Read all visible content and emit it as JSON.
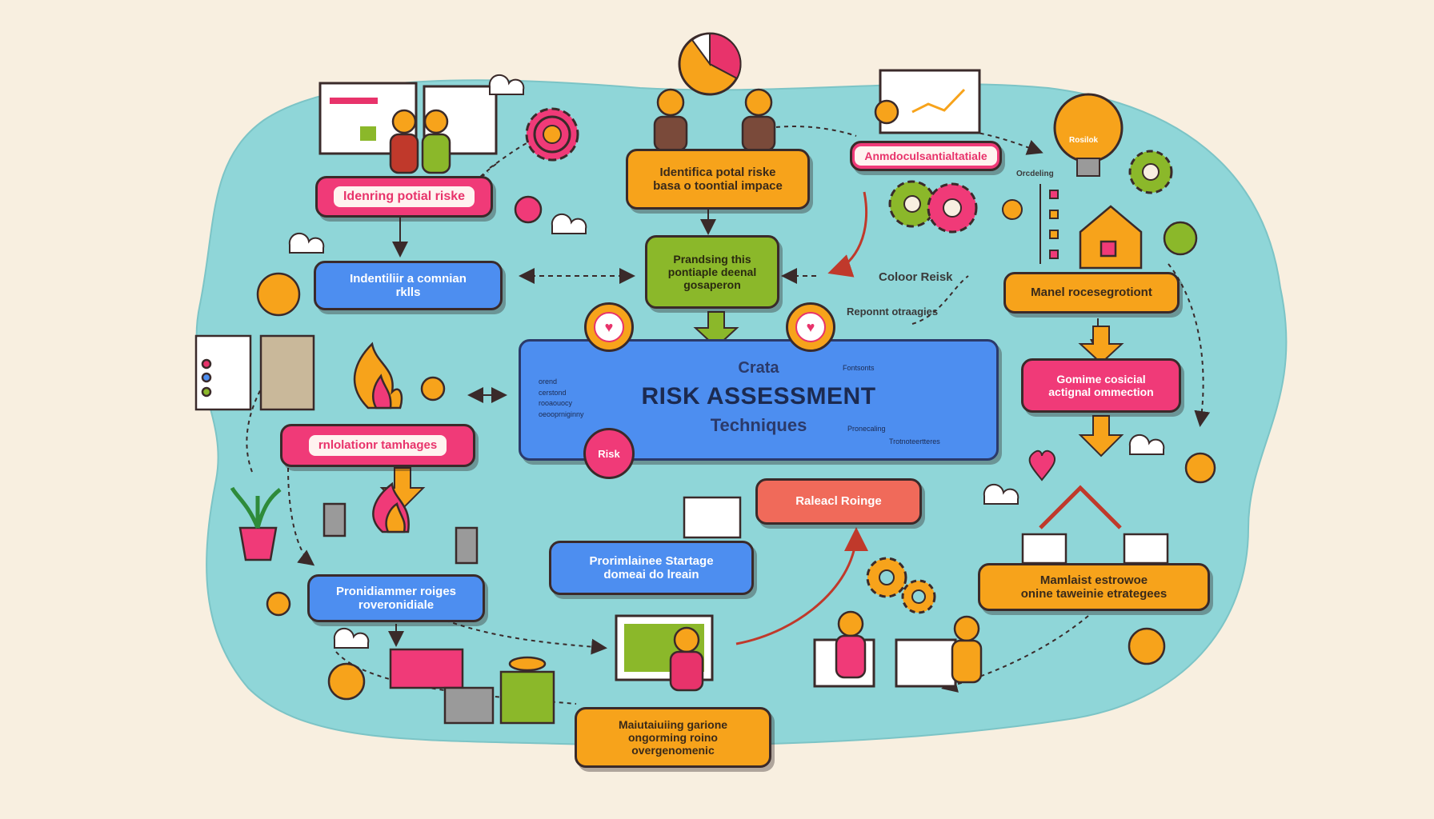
{
  "colors": {
    "background": "#f8efe0",
    "blob": "#8fd6d8",
    "pink": "#f03a78",
    "orange": "#f7a31b",
    "blue": "#4d8ef0",
    "green": "#8bb82a",
    "red": "#f06a5a"
  },
  "center": {
    "line1": "Crata",
    "title": "RISK ASSESSMENT",
    "subtitle": "Techniques",
    "risk_badge": "Risk"
  },
  "nodes": {
    "identifying_potential_risks": "Idenring potial riske",
    "identify_common_risks_line1": "Indentiliir a comnian",
    "identify_common_risks_line2": "rklls",
    "identify_potential_risks_top_line1": "Identifica potal riske",
    "identify_potential_risks_top_line2": "basa o toontial impace",
    "annual_consultations": "Anmdoculsantialtatiale",
    "prioritizing_line1": "Prandsing this",
    "prioritizing_line2": "pontiaple deenal",
    "prioritizing_line3": "gosaperon",
    "relational_techniques": "rnlolationr tamhages",
    "management_reassignment": "Manel rocesegrotiont",
    "combine_controls_line1": "Gomime cosicial",
    "combine_controls_line2": "actignal ommection",
    "release_ratings": "Raleacl Roinge",
    "prioritize_risks_line1": "Pronidiammer roiges",
    "prioritize_risks_line2": "roveronidiale",
    "prioritize_strategies_line1": "Prorimlainee Startage",
    "prioritize_strategies_line2": "domeai do lreain",
    "maintain_strategies_line1": "Mamlaist estrowoe",
    "maintain_strategies_line2": "onine taweinie etrategees",
    "monitoring_line1": "Maiutaiuiing garione",
    "monitoring_line2": "ongorming roino",
    "monitoring_line3": "overgenomenic"
  },
  "free_labels": {
    "colour_risk": "Coloor Reisk",
    "report_strategies": "Reponnt otraagies",
    "bulb": "Rosilok",
    "ordering": "Orcdeling"
  },
  "center_small_text": {
    "left": [
      "orend",
      "cerstond",
      "rooaouocy",
      "oeooprniginny"
    ],
    "right_top": "Fontsonts",
    "right_bottom": "Pronecaling",
    "right_bottom2": "Trotnoteertteres"
  },
  "icons": [
    "gear-icon",
    "pie-chart-icon",
    "monitor-icon",
    "lightbulb-icon",
    "house-icon",
    "fire-icon",
    "plant-icon",
    "document-icon",
    "people-icon",
    "cloud-icon",
    "heart-icon",
    "coins-icon"
  ]
}
